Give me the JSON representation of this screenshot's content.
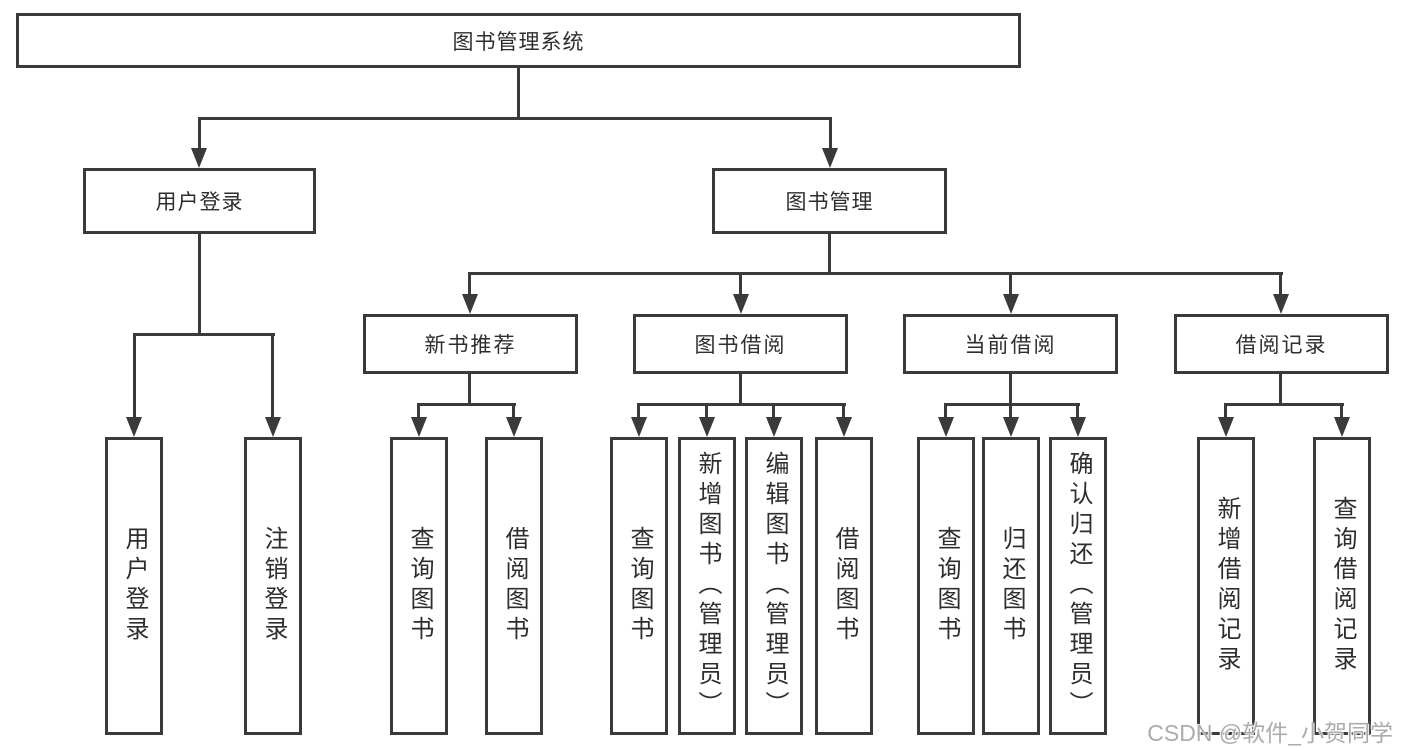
{
  "tree": {
    "label": "图书管理系统",
    "children": [
      {
        "label": "用户登录",
        "children": [
          {
            "label": "用户登录"
          },
          {
            "label": "注销登录"
          }
        ]
      },
      {
        "label": "图书管理",
        "children": [
          {
            "label": "新书推荐",
            "children": [
              {
                "label": "查询图书"
              },
              {
                "label": "借阅图书"
              }
            ]
          },
          {
            "label": "图书借阅",
            "children": [
              {
                "label": "查询图书"
              },
              {
                "label": "新增图书（管理员）"
              },
              {
                "label": "编辑图书（管理员）"
              },
              {
                "label": "借阅图书"
              }
            ]
          },
          {
            "label": "当前借阅",
            "children": [
              {
                "label": "查询图书"
              },
              {
                "label": "归还图书"
              },
              {
                "label": "确认归还（管理员）"
              }
            ]
          },
          {
            "label": "借阅记录",
            "children": [
              {
                "label": "新增借阅记录"
              },
              {
                "label": "查询借阅记录"
              }
            ]
          }
        ]
      }
    ]
  },
  "watermark": "CSDN @软件_小贺同学",
  "colors": {
    "line": "#3a3a3a",
    "text": "#2e2e2e",
    "background": "#ffffff",
    "watermark": "#acacac"
  }
}
